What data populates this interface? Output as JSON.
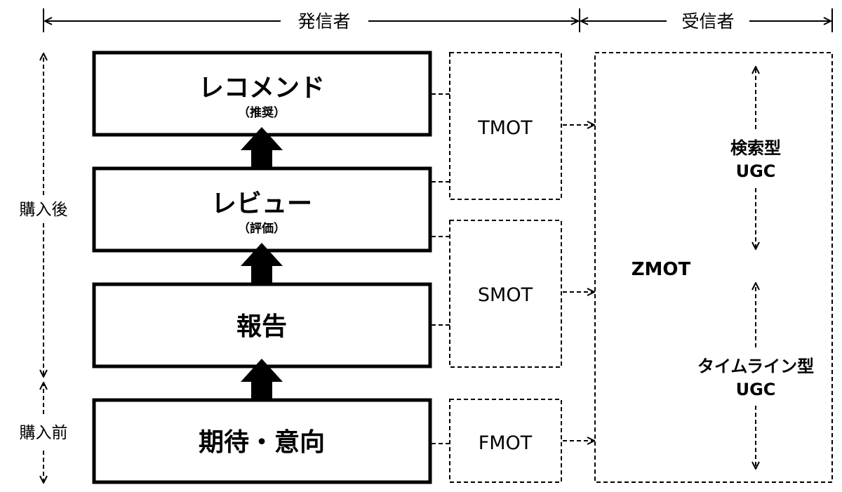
{
  "header": {
    "sender_label": "発信者",
    "receiver_label": "受信者"
  },
  "side": {
    "after_purchase": "購入後",
    "before_purchase": "購入前"
  },
  "stages": [
    {
      "title": "レコメンド",
      "subtitle": "（推奨）"
    },
    {
      "title": "レビュー",
      "subtitle": "（評価）"
    },
    {
      "title": "報告",
      "subtitle": ""
    },
    {
      "title": "期待・意向",
      "subtitle": ""
    }
  ],
  "moments": {
    "tmot": "TMOT",
    "smot": "SMOT",
    "fmot": "FMOT"
  },
  "zmot": {
    "label": "ZMOT",
    "search_type_line1": "検索型",
    "search_type_line2": "UGC",
    "timeline_type_line1": "タイムライン型",
    "timeline_type_line2": "UGC"
  },
  "colors": {
    "stroke": "#000000",
    "background": "#ffffff"
  }
}
